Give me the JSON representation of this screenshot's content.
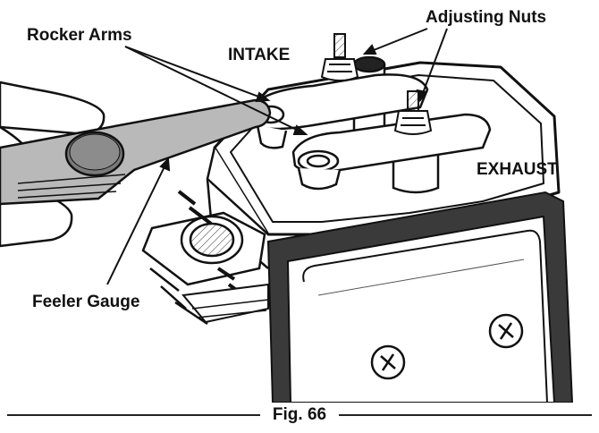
{
  "labels": {
    "rocker_arms": "Rocker Arms",
    "adjusting_nuts": "Adjusting Nuts",
    "intake": "INTAKE",
    "exhaust": "EXHAUST",
    "feeler_gauge": "Feeler Gauge"
  },
  "caption": "Fig. 66",
  "colors": {
    "ink": "#111111",
    "gauge_disc": "#7a7a7a",
    "gauge_blade": "#b9b9b9",
    "shade": "#d6d6d6",
    "dark_frame": "#3a3a3a"
  }
}
